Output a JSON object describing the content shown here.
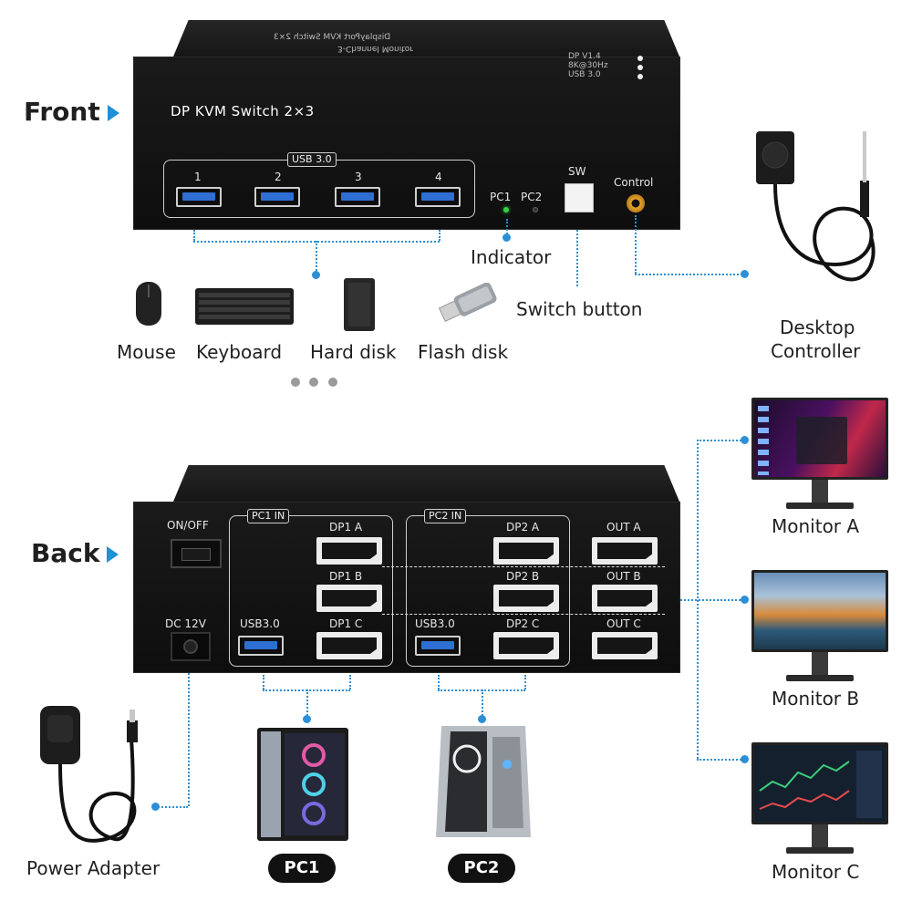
{
  "front": {
    "section_label": "Front",
    "device_title": "DP KVM Switch 2×3",
    "top_print_line1": "DisplayPort KVM Switch 2×3",
    "top_print_line2": "3-Channel Monitor",
    "usb_group_label": "USB 3.0",
    "usb_ports": [
      "1",
      "2",
      "3",
      "4"
    ],
    "indicator_labels": [
      "PC1",
      "PC2"
    ],
    "switch_label": "SW",
    "control_label": "Control",
    "spec_lines": [
      "DP V1.4",
      "8K@30Hz",
      "USB 3.0"
    ]
  },
  "callouts": {
    "indicator": "Indicator",
    "switch_button": "Switch button",
    "desktop_controller_line1": "Desktop",
    "desktop_controller_line2": "Controller"
  },
  "peripherals": [
    "Mouse",
    "Keyboard",
    "Hard disk",
    "Flash disk"
  ],
  "back": {
    "section_label": "Back",
    "power_switch_label": "ON/OFF",
    "dc_label": "DC 12V",
    "pc1_group_label": "PC1 IN",
    "pc2_group_label": "PC2 IN",
    "pc1_usb_label": "USB3.0",
    "pc2_usb_label": "USB3.0",
    "pc1_ports": [
      "DP1 A",
      "DP1 B",
      "DP1 C"
    ],
    "pc2_ports": [
      "DP2 A",
      "DP2 B",
      "DP2 C"
    ],
    "out_ports": [
      "OUT A",
      "OUT B",
      "OUT C"
    ]
  },
  "devices": {
    "power_adapter": "Power Adapter",
    "pc1": "PC1",
    "pc2": "PC2",
    "monitors": [
      "Monitor A",
      "Monitor B",
      "Monitor C"
    ]
  },
  "colors": {
    "accent_blue": "#1f8fd8",
    "device_black": "#141414",
    "usb_blue": "#2d6fd3",
    "led_green": "#38d04a"
  }
}
